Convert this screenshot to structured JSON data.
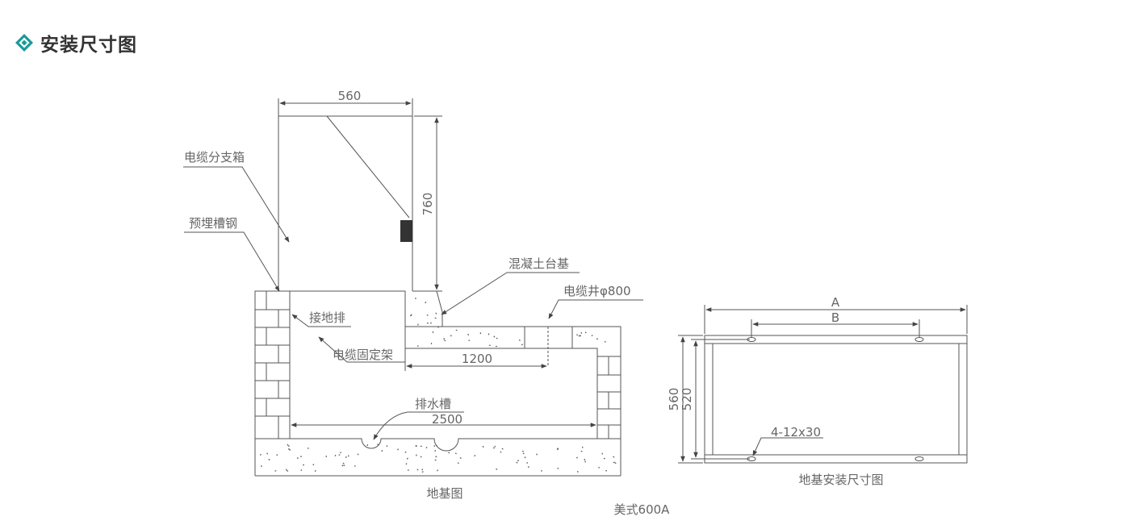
{
  "header": {
    "icon": "diamond-icon",
    "title": "安装尺寸图",
    "accent_color": "#1a9a9a"
  },
  "foundation_drawing": {
    "labels": {
      "cabinet": "电缆分支箱",
      "channel_steel": "预埋槽钢",
      "concrete_base": "混凝土台基",
      "cable_well": "电缆井φ800",
      "ground_bar": "接地排",
      "cable_bracket": "电缆固定架",
      "drain": "排水槽"
    },
    "dims": {
      "cabinet_width": "560",
      "cabinet_height": "760",
      "platform_length": "1200",
      "pit_length": "2500"
    },
    "caption": "地基图"
  },
  "model_label": "美式600A",
  "base_plan": {
    "dims": {
      "a": "A",
      "b": "B",
      "outer_depth": "560",
      "inner_depth": "520",
      "bolts": "4-12x30"
    },
    "caption": "地基安装尺寸图"
  }
}
